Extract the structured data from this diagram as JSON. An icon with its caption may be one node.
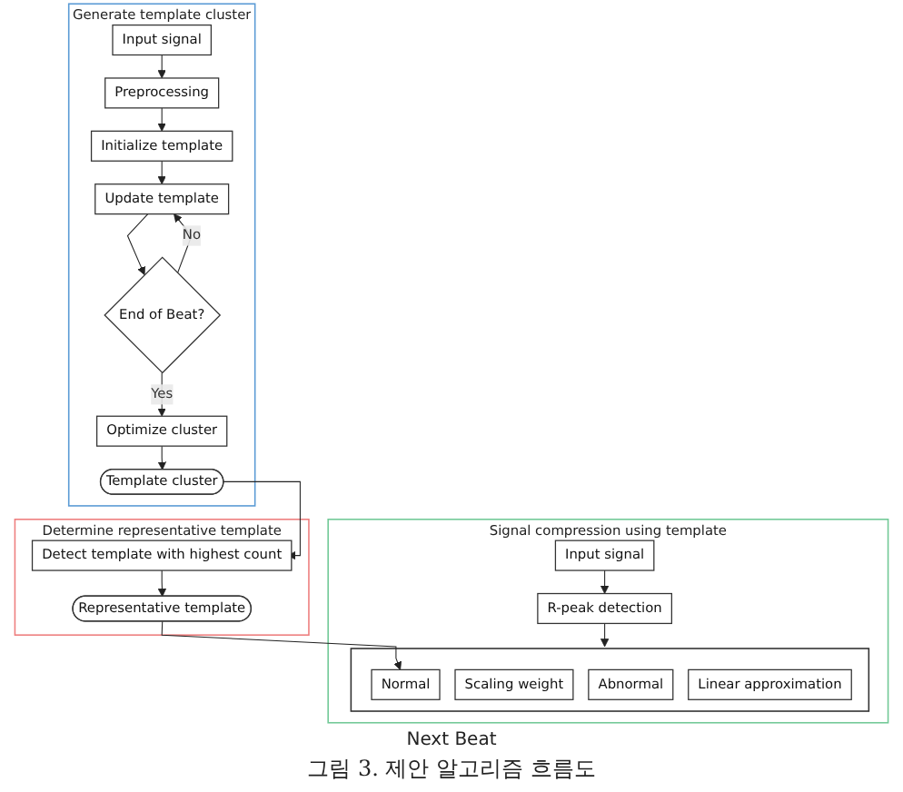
{
  "diagram": {
    "caption": "그림 3. 제안 알고리즘 흐름도",
    "nodes": [
      {
        "text": [
          "Generate template cluster"
        ]
      },
      {
        "text": [
          "Input signal"
        ],
        "in": 0
      },
      {
        "text": [
          "Preprocessing"
        ],
        "in": 0
      },
      {
        "text": [
          "Initialize template"
        ],
        "in": 0
      },
      {
        "text": [
          "Update template"
        ],
        "in": 0
      },
      {
        "text": [
          "End of Beat?"
        ],
        "in": 0
      },
      {
        "text": [
          "Optimize cluster"
        ],
        "in": 0
      },
      {
        "text": [
          "Template cluster"
        ],
        "in": 0
      },
      {
        "text": [
          "Determine representative template"
        ]
      },
      {
        "text": [
          "Detect template with highest count"
        ],
        "in": 8
      },
      {
        "text": [
          "Representative template"
        ],
        "in": 8
      },
      {
        "text": [
          "Signal compression using template"
        ]
      },
      {
        "text": [
          "Input signal"
        ],
        "in": 11
      },
      {
        "text": [
          "R-peak detection"
        ],
        "in": 11
      },
      {
        "text": [],
        "shape": "box",
        "in": 11
      },
      {
        "text": [
          "Normal"
        ],
        "in": 14
      },
      {
        "text": [
          "Scaling weight"
        ],
        "in": 14
      },
      {
        "text": [
          "Abnormal"
        ],
        "in": 14
      },
      {
        "text": [
          "Linear approximation"
        ],
        "in": 14
      }
    ],
    "edges": [
      {
        "from": 1,
        "to": 2,
        "arrow": "to"
      },
      {
        "from": 2,
        "to": 3,
        "arrow": "to"
      },
      {
        "from": 3,
        "to": 4,
        "arrow": "to"
      },
      {
        "from": 4,
        "to": 5,
        "arrow": "to"
      },
      {
        "from": 5,
        "to": 6,
        "arrow": "to",
        "label": "Yes"
      },
      {
        "from": 5,
        "to": 4,
        "arrow": "to",
        "label": "No"
      },
      {
        "from": 6,
        "to": 7,
        "arrow": "to"
      },
      {
        "from": 7,
        "to": 9,
        "arrow": "to"
      },
      {
        "from": 9,
        "to": 10,
        "arrow": "to"
      },
      {
        "from": 10,
        "to": 15,
        "arrow": "to"
      },
      {
        "from": 12,
        "to": 13,
        "arrow": "to"
      },
      {
        "from": 13,
        "to": 14,
        "arrow": "to"
      }
    ],
    "labels": [
      "Next Beat"
    ]
  }
}
